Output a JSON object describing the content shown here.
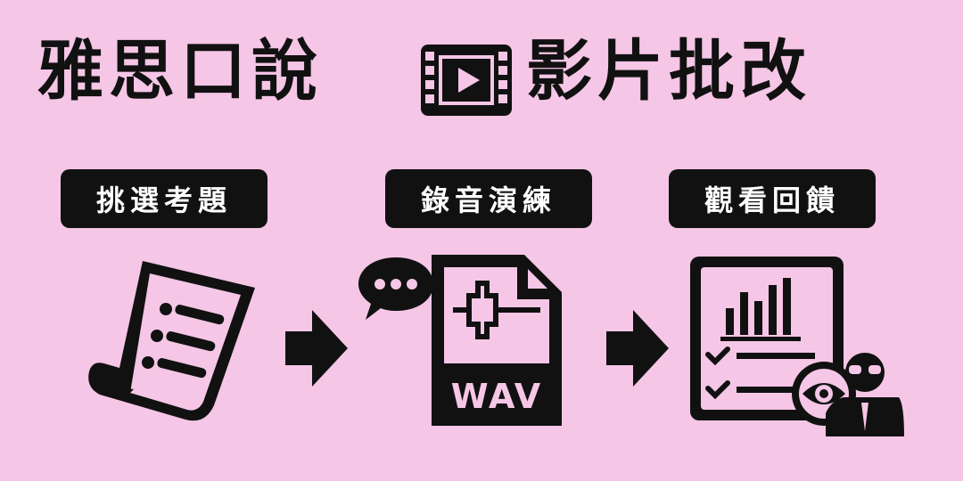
{
  "banner": {
    "title_left": "雅思口說",
    "title_right": "影片批改",
    "title_icon": "video-film-icon"
  },
  "steps": [
    {
      "label": "挑選考題",
      "icon": "document-scroll-icon"
    },
    {
      "label": "錄音演練",
      "icon": "wav-file-icon",
      "extra_icon": "speech-bubble-icon",
      "file_label": "WAV"
    },
    {
      "label": "觀看回饋",
      "icon": "report-chart-icon",
      "extra_icon": "reviewer-eye-icon"
    }
  ],
  "arrows": [
    "right-arrow-icon",
    "right-arrow-icon"
  ],
  "colors": {
    "background": "#f5c6e6",
    "ink": "#111111",
    "pill_text": "#ffffff"
  }
}
